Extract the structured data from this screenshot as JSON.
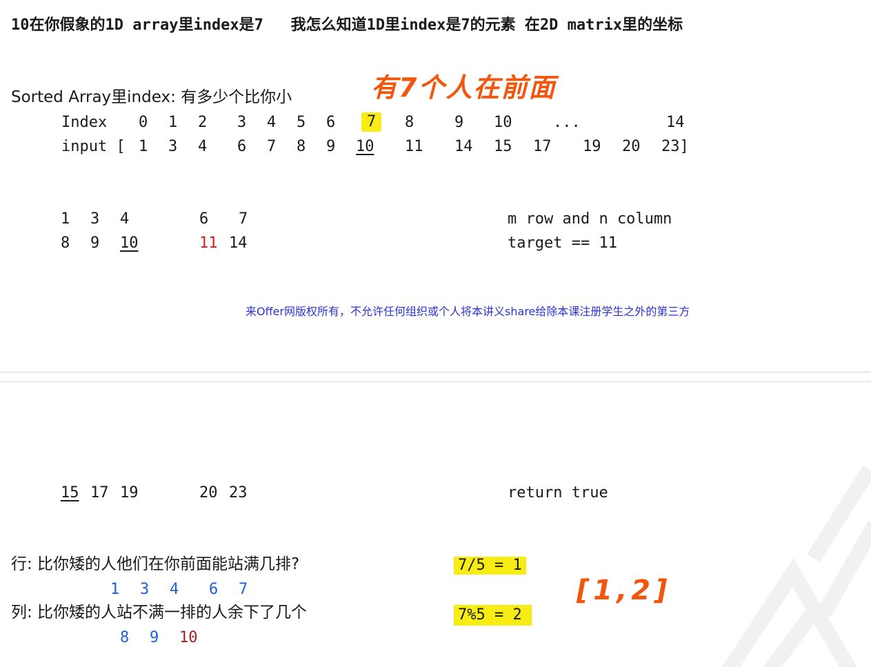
{
  "title": "10在你假象的1D array里index是7   我怎么知道1D里index是7的元素 在2D matrix里的坐标",
  "sorted_array_label": "Sorted Array里index: 有多少个比你小",
  "handwritten_note": "有7个人在前面",
  "index_row": {
    "label": "Index",
    "values": [
      "0",
      "1",
      "2",
      "3",
      "4",
      "5",
      "6",
      "7",
      "8",
      "9",
      "10",
      "...",
      "14"
    ],
    "highlighted_value": "7"
  },
  "input_row": {
    "label": "input [",
    "values": [
      "1",
      "3",
      "4",
      "6",
      "7",
      "8",
      "9",
      "10",
      "11",
      "14",
      "15",
      "17",
      "19",
      "20",
      "23]"
    ],
    "underlined_value": "10"
  },
  "matrix": {
    "row1": [
      "1",
      "3",
      "4",
      "6",
      "7"
    ],
    "row2": [
      "8",
      "9",
      "10",
      "11",
      "14"
    ],
    "row3": [
      "15",
      "17",
      "19",
      "20",
      "23"
    ],
    "underlined_row2": "10",
    "red_row2": "11",
    "underlined_row3": "15"
  },
  "info": {
    "dims": "m row and n column",
    "target": "target == 11",
    "result": "return true"
  },
  "copyright_notice": "来Offer网版权所有，不允许任何组织或个人将本讲义share给除本课注册学生之外的第三方",
  "row_question": "行: 比你矮的人他们在你前面能站满几排?",
  "row_example": [
    "1",
    "3",
    "4",
    "6",
    "7"
  ],
  "col_question": "列: 比你矮的人站不满一排的人余下了几个",
  "col_example": [
    "8",
    "9",
    "10"
  ],
  "row_formula": "7/5 = 1",
  "col_formula": "7%5 = 2",
  "handwritten_coord": "[1,2]",
  "colors": {
    "highlight": "#f7ec13",
    "handwriting": "#f2560c",
    "red": "#cc1f1f",
    "blue": "#1f5fd6",
    "notice": "#2b32d8"
  }
}
